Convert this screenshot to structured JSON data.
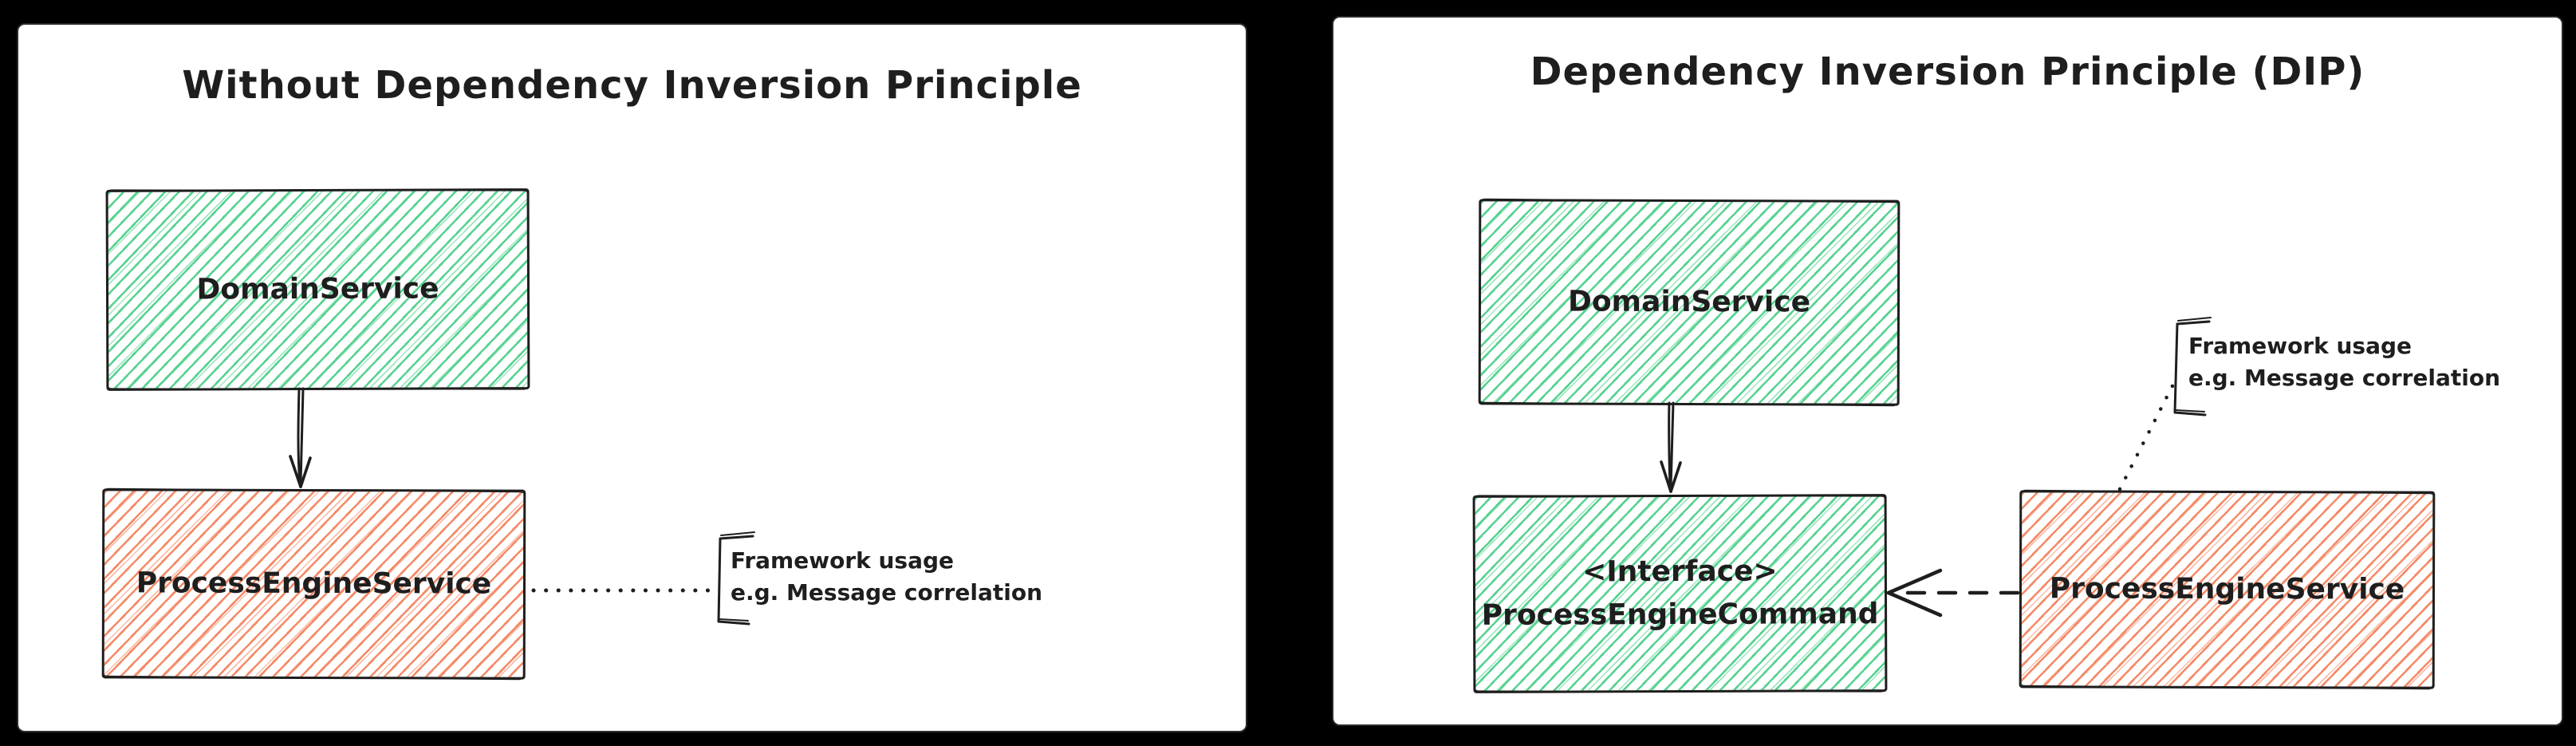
{
  "colors": {
    "canvas_bg": "#000000",
    "panel_bg": "#ffffff",
    "stroke": "#1e1e1e",
    "green_hatch": "#4fd08a",
    "orange_hatch": "#f4845f"
  },
  "left_panel": {
    "title": "Without Dependency Inversion Principle",
    "domain_box": {
      "label": "DomainService"
    },
    "engine_box": {
      "label": "ProcessEngineService"
    },
    "annotation": {
      "line1": "Framework usage",
      "line2": "e.g. Message correlation"
    }
  },
  "right_panel": {
    "title": "Dependency Inversion Principle (DIP)",
    "domain_box": {
      "label": "DomainService"
    },
    "interface_box": {
      "line1": "<Interface>",
      "line2": "ProcessEngineCommand"
    },
    "engine_box": {
      "label": "ProcessEngineService"
    },
    "annotation": {
      "line1": "Framework usage",
      "line2": "e.g. Message correlation"
    }
  }
}
